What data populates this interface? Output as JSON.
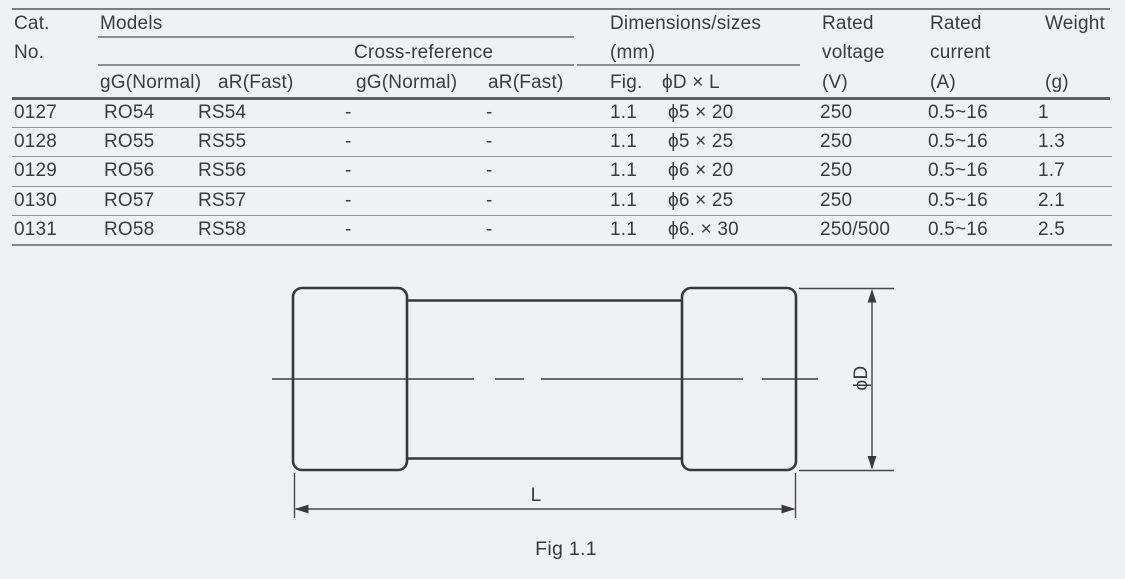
{
  "table": {
    "header": {
      "cat_line1": "Cat.",
      "cat_line2": "No.",
      "models": "Models",
      "cross_reference": "Cross-reference",
      "sub_gg": "gG(Normal)",
      "sub_ar": "aR(Fast)",
      "cross_gg": "gG(Normal)",
      "cross_ar": "aR(Fast)",
      "dims_line1": "Dimensions/sizes",
      "dims_line2": "(mm)",
      "fig": "Fig.",
      "dxl": "ϕD × L",
      "voltage_line1": "Rated",
      "voltage_line2": "voltage",
      "voltage_line3": "(V)",
      "current_line1": "Rated",
      "current_line2": "current",
      "current_line3": "(A)",
      "weight_line1": "Weight",
      "weight_line2": "(g)"
    },
    "rows": [
      {
        "cat": "0127",
        "gg": "RO54",
        "ar": "RS54",
        "cross_gg": "-",
        "cross_ar": "-",
        "fig": "1.1",
        "dxl": "ϕ5 × 20",
        "voltage": "250",
        "current": "0.5~16",
        "weight": "1"
      },
      {
        "cat": "0128",
        "gg": "RO55",
        "ar": "RS55",
        "cross_gg": "-",
        "cross_ar": "-",
        "fig": "1.1",
        "dxl": "ϕ5 × 25",
        "voltage": "250",
        "current": "0.5~16",
        "weight": "1.3"
      },
      {
        "cat": "0129",
        "gg": "RO56",
        "ar": "RS56",
        "cross_gg": "-",
        "cross_ar": "-",
        "fig": "1.1",
        "dxl": "ϕ6 × 20",
        "voltage": "250",
        "current": "0.5~16",
        "weight": "1.7"
      },
      {
        "cat": "0130",
        "gg": "RO57",
        "ar": "RS57",
        "cross_gg": "-",
        "cross_ar": "-",
        "fig": "1.1",
        "dxl": "ϕ6 × 25",
        "voltage": "250",
        "current": "0.5~16",
        "weight": "2.1"
      },
      {
        "cat": "0131",
        "gg": "RO58",
        "ar": "RS58",
        "cross_gg": "-",
        "cross_ar": "-",
        "fig": "1.1",
        "dxl": "ϕ6. × 30",
        "voltage": "250/500",
        "current": "0.5~16",
        "weight": "2.5"
      }
    ]
  },
  "diagram": {
    "label_l": "L",
    "label_d": "ϕD",
    "caption": "Fig 1.1"
  },
  "colors": {
    "background": "#f0f1f2",
    "text": "#3b3c3e",
    "table_line": "#8f8f8f",
    "header_bottom_line": "#5f5f61",
    "drawing_stroke": "#38383a"
  }
}
